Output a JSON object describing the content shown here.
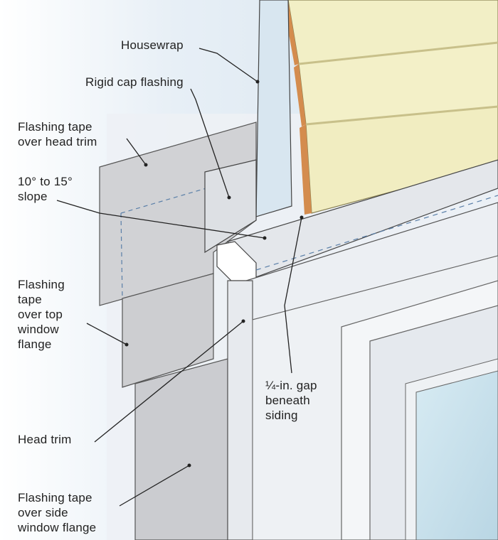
{
  "labels": {
    "housewrap": "Housewrap",
    "rigid_cap_flashing": "Rigid cap flashing",
    "flashing_tape_head_trim": "Flashing tape\nover head trim",
    "slope": "10° to 15°\nslope",
    "flashing_tape_top_flange": "Flashing\ntape\nover top\nwindow\nflange",
    "gap_beneath_siding": "¼-in. gap\nbeneath\nsiding",
    "head_trim": "Head trim",
    "flashing_tape_side_flange": "Flashing tape\nover side\nwindow flange"
  },
  "colors": {
    "sky": "#dde9f2",
    "wall": "#eef2f6",
    "siding": "#f1eec0",
    "siding_edge": "#d38a4c",
    "tape": "#cfd0d3",
    "trim": "#e6e9ee",
    "glass": "#cfe4ee",
    "housewrap": "#d9e7f1",
    "leader": "#222222"
  }
}
